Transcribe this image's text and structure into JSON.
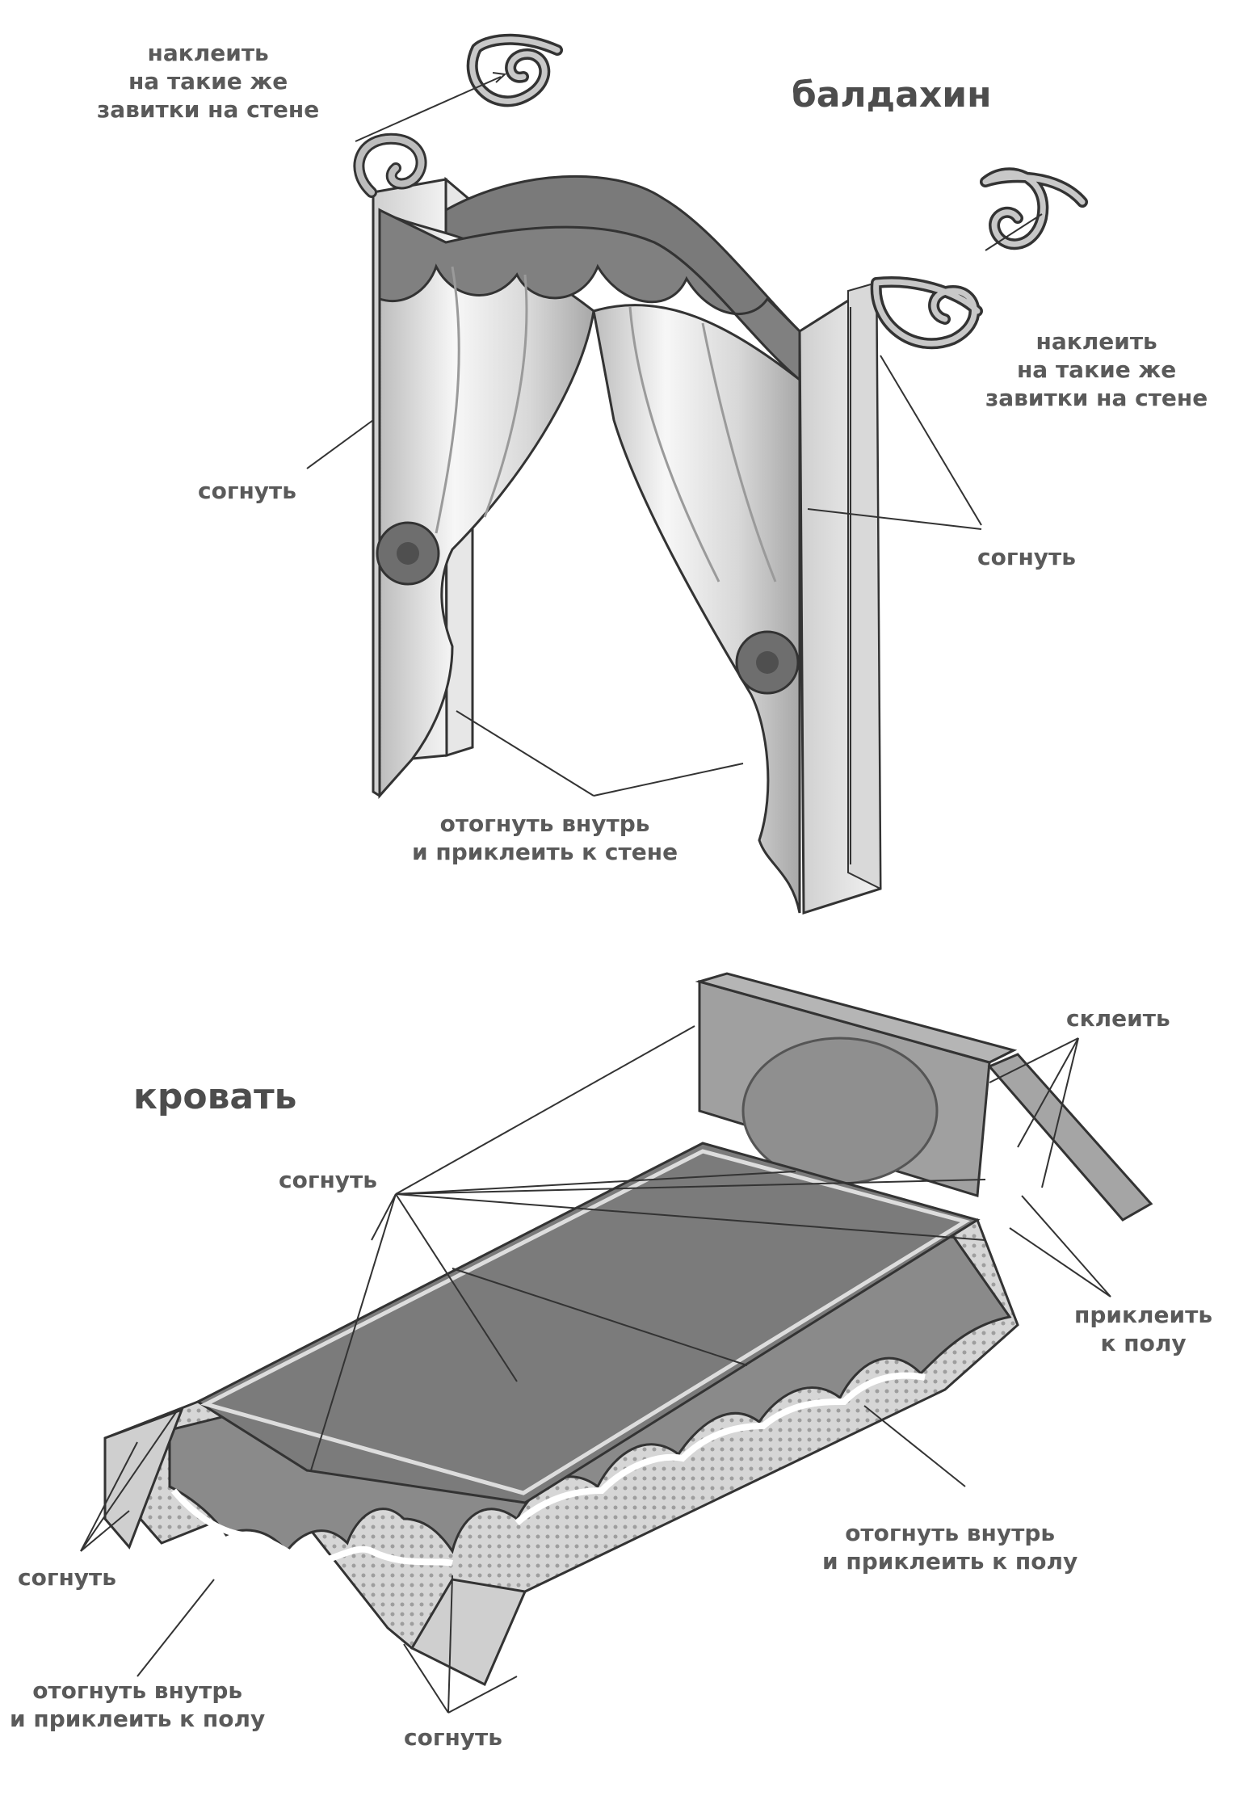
{
  "canopy": {
    "title": "балдахин",
    "label_left_swirl": [
      "наклеить",
      "на такие же",
      "завитки на стене"
    ],
    "label_right_swirl": [
      "наклеить",
      "на такие же",
      "завитки на стене"
    ],
    "label_fold_left": "согнуть",
    "label_fold_right": "согнуть",
    "label_bottom": [
      "отогнуть внутрь",
      "и приклеить к стене"
    ]
  },
  "bed": {
    "title": "кровать",
    "label_glue": "склеить",
    "label_fold_top": "согнуть",
    "label_glue_floor": [
      "приклеить",
      "к полу"
    ],
    "label_fold_in_right": [
      "отогнуть внутрь",
      "и приклеить к полу"
    ],
    "label_fold_left": "согнуть",
    "label_fold_in_left": [
      "отогнуть внутрь",
      "и приклеить к полу"
    ],
    "label_fold_bottom": "согнуть"
  },
  "colors": {
    "text": "#5a5a5a",
    "line": "#4a4a4a",
    "dark_fabric": "#6b6b6b",
    "light_fabric": "#eeeeee",
    "mid_gray": "#9a9a9a"
  }
}
